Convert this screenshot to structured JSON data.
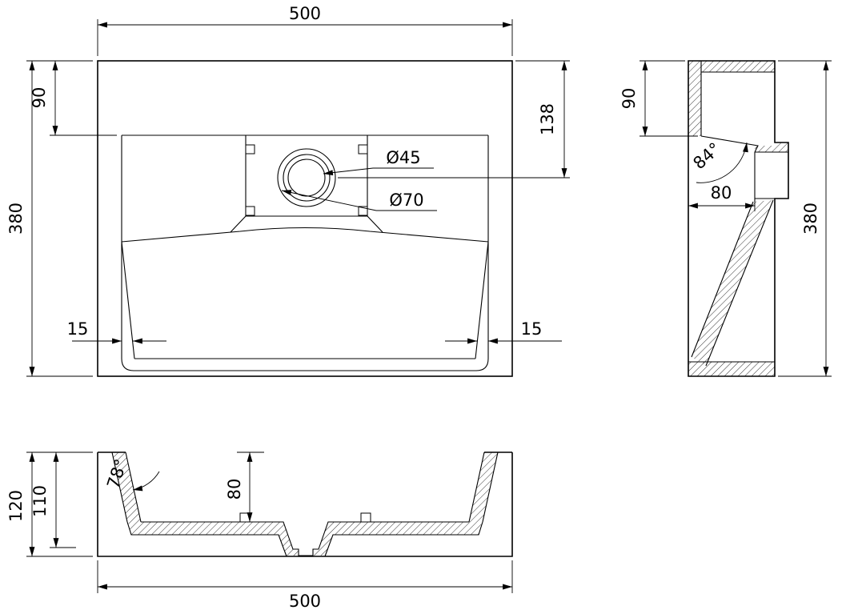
{
  "page": {
    "background": "#ffffff",
    "line_color": "#000000"
  },
  "views": {
    "plan": {
      "dim_width_top": "500",
      "dim_depth_left": "380",
      "dim_deck_depth": "90",
      "dim_drain_offset": "138",
      "label_drain_inner": "Ø45",
      "label_drain_outer": "Ø70",
      "dim_slot_left": "15",
      "dim_slot_right": "15"
    },
    "side_section": {
      "dim_deck_depth": "90",
      "label_ramp_angle": "84°",
      "dim_basin_depth": "80",
      "dim_depth_right": "380"
    },
    "front_section": {
      "dim_total_height": "120",
      "dim_inner_height": "110",
      "label_wall_angle": "78°",
      "dim_basin_depth": "80",
      "dim_width_bottom": "500"
    }
  }
}
